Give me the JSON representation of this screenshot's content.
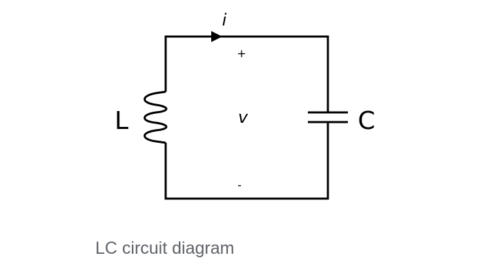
{
  "diagram": {
    "title": "LC circuit",
    "components": [
      {
        "type": "inductor",
        "label": "L"
      },
      {
        "type": "capacitor",
        "label": "C"
      }
    ],
    "current_label": "i",
    "voltage_label": "v",
    "plus_label": "+",
    "minus_label": "-"
  },
  "caption": "LC circuit diagram"
}
